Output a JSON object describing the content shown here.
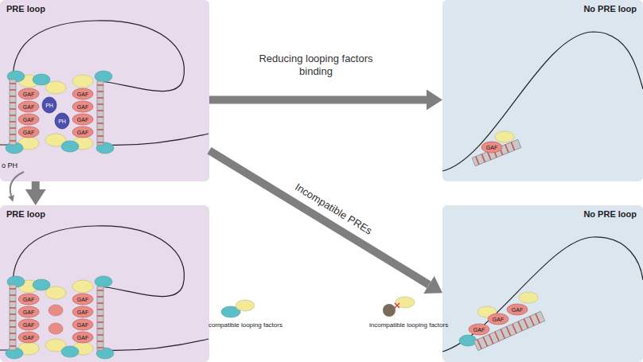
{
  "diagram": {
    "nodes": [
      {
        "text": [
          "PRE loop"
        ]
      },
      {
        "text": [
          "No PRE loop"
        ]
      },
      {
        "text": [
          "PRE loop"
        ]
      },
      {
        "text": [
          "No PRE loop"
        ]
      }
    ],
    "edges": [
      {
        "from": 0,
        "to": 1,
        "arrow": "to",
        "label": "Reducing looping factors binding"
      },
      {
        "from": 0,
        "to": 3,
        "arrow": "to",
        "label": "Incompatible PREs"
      },
      {
        "from": 0,
        "to": 2,
        "arrow": "to"
      }
    ],
    "labels": [
      "GAF",
      "GAF",
      "GAF",
      "GAF",
      "GAF",
      "GAF",
      "GAF",
      "GAF",
      "PH",
      "PH",
      "o PH",
      "GAF",
      "GAF",
      "GAF",
      "GAF",
      "GAF",
      "GAF",
      "GAF",
      "GAF",
      "GAF",
      "GAF",
      "GAF",
      "GAF"
    ],
    "legend": [
      {
        "text": "compatible looping factors"
      },
      {
        "text": "incompatible looping factors"
      }
    ]
  }
}
